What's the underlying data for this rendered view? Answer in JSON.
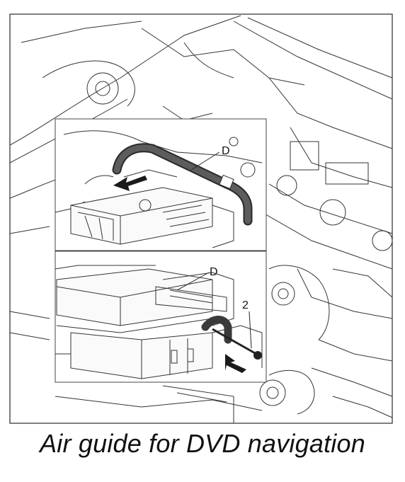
{
  "labels": {
    "top_part": "D",
    "bottom_part": "D",
    "screw": "2"
  },
  "caption": "Air guide for DVD navigation",
  "colors": {
    "line": "#2a2a2a",
    "air_guide": "#4a4a4a",
    "arrow": "#1a1a1a",
    "background": "#ffffff"
  }
}
